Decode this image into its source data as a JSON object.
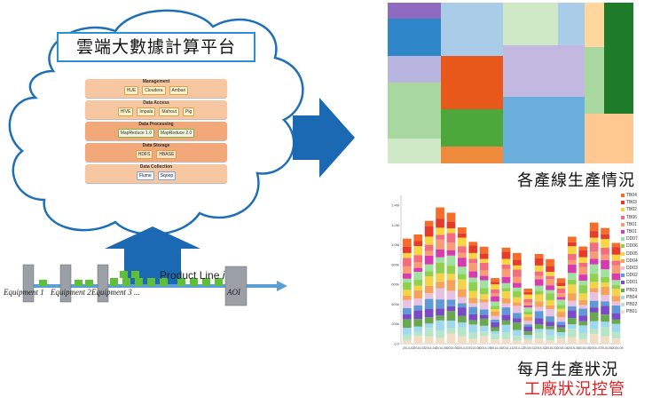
{
  "title": "雲端大數據計算平台",
  "stack_layers": [
    {
      "name": "Management",
      "components": [
        "HUE",
        "Cloudera",
        "Ambari"
      ]
    },
    {
      "name": "Data Access",
      "components": [
        "HIVE",
        "Impala",
        "Mahout",
        "Pig"
      ]
    },
    {
      "name": "Data Processing",
      "components": [
        "MapReduce 1.0",
        "MapReduce 2.0"
      ]
    },
    {
      "name": "Data Storage",
      "components": [
        "HDFS",
        "HBASE"
      ]
    },
    {
      "name": "Data Collection",
      "components": [
        "Flume",
        "Sqoop"
      ]
    }
  ],
  "product_line_label": "Product Line",
  "product_line_var": "i",
  "equipment_labels": [
    "Equipment 1",
    "Equipment 2",
    "Equipment 3 ..."
  ],
  "aoi_label": "AOI",
  "caption_treemap": "各產線生產情況",
  "caption_monthly": "每月生產狀況",
  "caption_control": "工廠狀況控管",
  "colors": {
    "cloud_stroke": "#1f6fb8",
    "arrow": "#1b68b3",
    "title_border": "#2a8fd4",
    "control_red": "#e02020",
    "belt": "#5a9fd6"
  },
  "chart_data": {
    "type": "bar",
    "stacked": true,
    "ylim": [
      0,
      1500000
    ],
    "y_ticks": [
      "0.0",
      "200k",
      "400k",
      "600k",
      "800k",
      "1.0M",
      "1.2M",
      "1.4M"
    ],
    "categories": [
      "2014-02",
      "2014-03",
      "2014-04",
      "2014-05",
      "2014-06",
      "2014-07",
      "2014-08",
      "2014-09",
      "2014-10",
      "2014-11",
      "2014-12",
      "2015-01",
      "2015-02",
      "2015-03",
      "2015-04",
      "2015-05",
      "2015-06",
      "2015-07",
      "2015-08",
      "2015-09"
    ],
    "totals": [
      1100000,
      1150000,
      1300000,
      1450000,
      1400000,
      1250000,
      1100000,
      1000000,
      680000,
      1000000,
      950000,
      580000,
      950000,
      900000,
      700000,
      1150000,
      1050000,
      1250000,
      1200000,
      1050000
    ],
    "legend": [
      "TB04",
      "TB03",
      "TB02",
      "TB06",
      "TB01",
      "TB01",
      "DD07",
      "DD06",
      "DD05",
      "DD04",
      "DD03",
      "DD02",
      "DD01",
      "PB03",
      "PB04",
      "PB02",
      "PB01"
    ]
  }
}
